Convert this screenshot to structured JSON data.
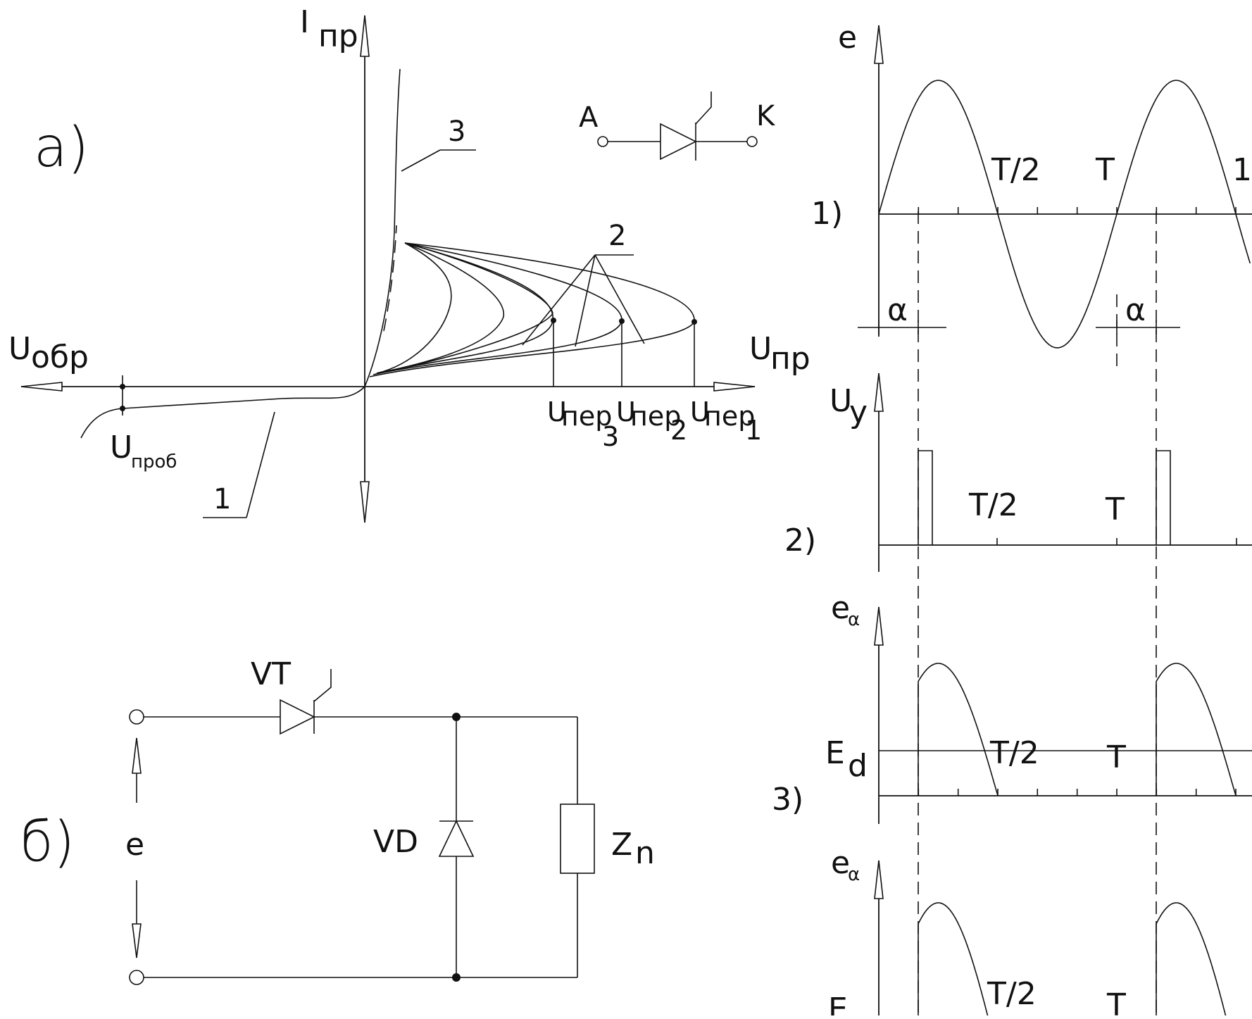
{
  "panel_a": {
    "label": "а)",
    "axis_current": "I",
    "axis_current_sub": "пр",
    "axis_reverse": "U",
    "axis_reverse_sub": "обр",
    "axis_forward": "U",
    "axis_forward_sub": "пр",
    "breakdown": "U",
    "breakdown_sub": "проб",
    "u_per3": "U",
    "u_per3_sub": "пер",
    "u_per3_idx": "3",
    "u_per2": "U",
    "u_per2_sub": "пер",
    "u_per2_idx": "2",
    "u_per1": "U",
    "u_per1_sub": "пер",
    "u_per1_idx": "1",
    "curve1": "1",
    "curve2": "2",
    "curve3": "3",
    "anode": "A",
    "cathode": "K"
  },
  "panel_b": {
    "label": "б)",
    "thyristor": "VT",
    "diode": "VD",
    "source": "e",
    "load": "Z",
    "load_sub": "n"
  },
  "panel_waves": {
    "p1": "1)",
    "p2": "2)",
    "p3": "3)",
    "e": "e",
    "uy": "U",
    "uy_sub": "y",
    "ea": "e",
    "ea_sub": "α",
    "ed": "E",
    "ed_sub": "d",
    "half": "T/2",
    "period": "T",
    "alpha": "α",
    "one": "1"
  }
}
